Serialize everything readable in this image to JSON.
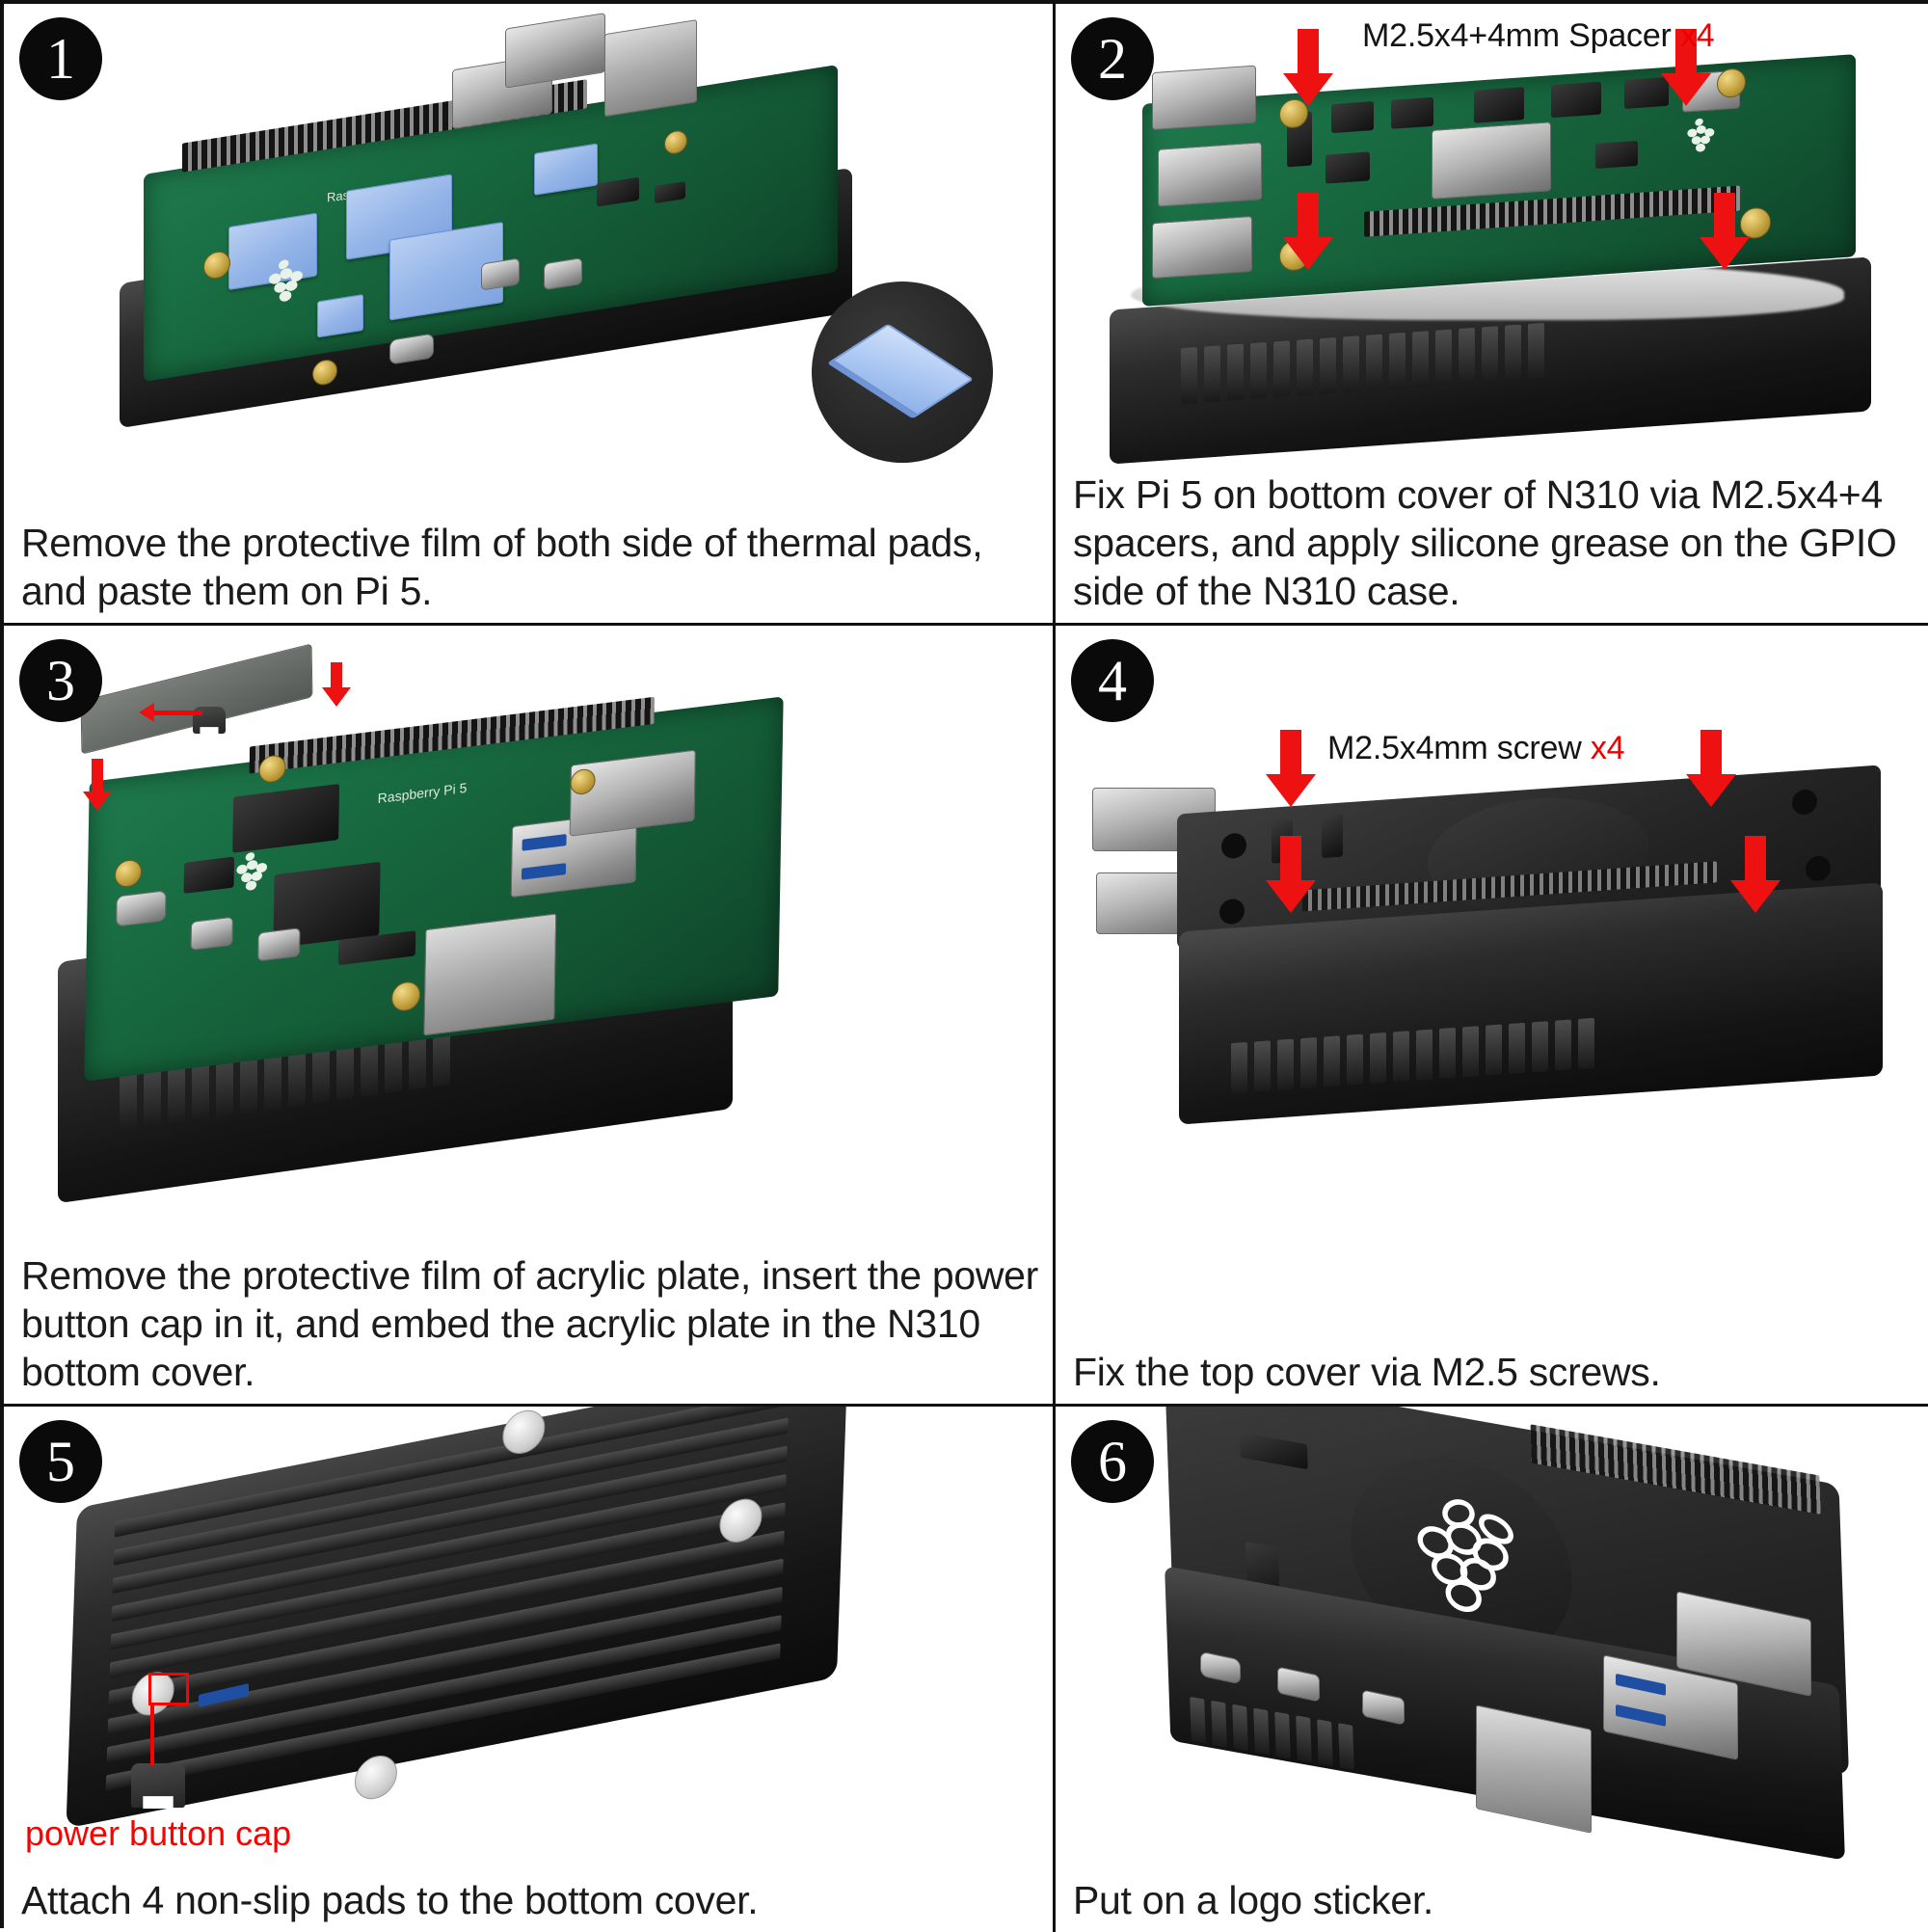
{
  "document": {
    "type": "assembly-instructions",
    "product": "N310 case for Raspberry Pi 5",
    "columns": 2,
    "rows": 3,
    "total_steps": 6
  },
  "colors": {
    "accent_red": "#ee1111",
    "label_red": "#ff0000",
    "badge_bg": "#0a0a0a",
    "badge_text": "#ffffff",
    "border": "#111111",
    "thermal_pad_blue": "#9dbcec",
    "pcb_green": "#17683f",
    "case_black": "#151515",
    "brass": "#c2a13e"
  },
  "steps": [
    {
      "number": "1",
      "caption": "Remove the protective film of both side of thermal pads, and paste them on Pi 5.",
      "labels": [],
      "arrows": 0,
      "has_detail_inset": true,
      "detail_inset": {
        "shows": "thermal-pad-with-peeling-film",
        "shape": "circle"
      },
      "scene": "Raspberry Pi 5 board with blue thermal pads resting on black N310 bottom cover"
    },
    {
      "number": "2",
      "caption": "Fix Pi 5 on bottom cover of N310 via M2.5x4+4 spacers, and apply silicone grease on the GPIO side of the N310 case.",
      "labels": [
        {
          "text": "M2.5x4+4mm Spacer",
          "qty": "x4",
          "qty_color": "#ee0000",
          "text_color": "#141414"
        }
      ],
      "arrows": 4,
      "has_detail_inset": false,
      "scene": "Pi 5 mounted on black bottom cover with brass spacers and white silicone grease"
    },
    {
      "number": "3",
      "caption": "Remove the protective film of acrylic plate, insert the power button cap in it, and embed the acrylic plate in the N310 bottom cover.",
      "labels": [],
      "arrows": 3,
      "has_detail_inset": false,
      "scene": "Acrylic plate and power button cap above Pi 5 in N310 bottom cover"
    },
    {
      "number": "4",
      "caption": "Fix the top cover via M2.5 screws.",
      "labels": [
        {
          "text": "M2.5x4mm screw",
          "qty": "x4",
          "qty_color": "#ee0000",
          "text_color": "#141414"
        }
      ],
      "arrows": 4,
      "has_detail_inset": false,
      "scene": "Black N310 top cover placed over assembled case, ports on left"
    },
    {
      "number": "5",
      "caption": "Attach 4 non-slip pads to the bottom cover.",
      "labels": [
        {
          "text": "power button cap",
          "qty": "",
          "qty_color": "#ff0000",
          "text_color": "#ff0000"
        }
      ],
      "arrows": 0,
      "has_detail_inset": false,
      "scene": "Underside of finned black case with 4 round non-slip pads and callout to power button cap"
    },
    {
      "number": "6",
      "caption": "Put on a logo sticker.",
      "labels": [],
      "arrows": 0,
      "has_detail_inset": false,
      "scene": "Finished N310 case with white Raspberry Pi logo sticker on top"
    }
  ]
}
